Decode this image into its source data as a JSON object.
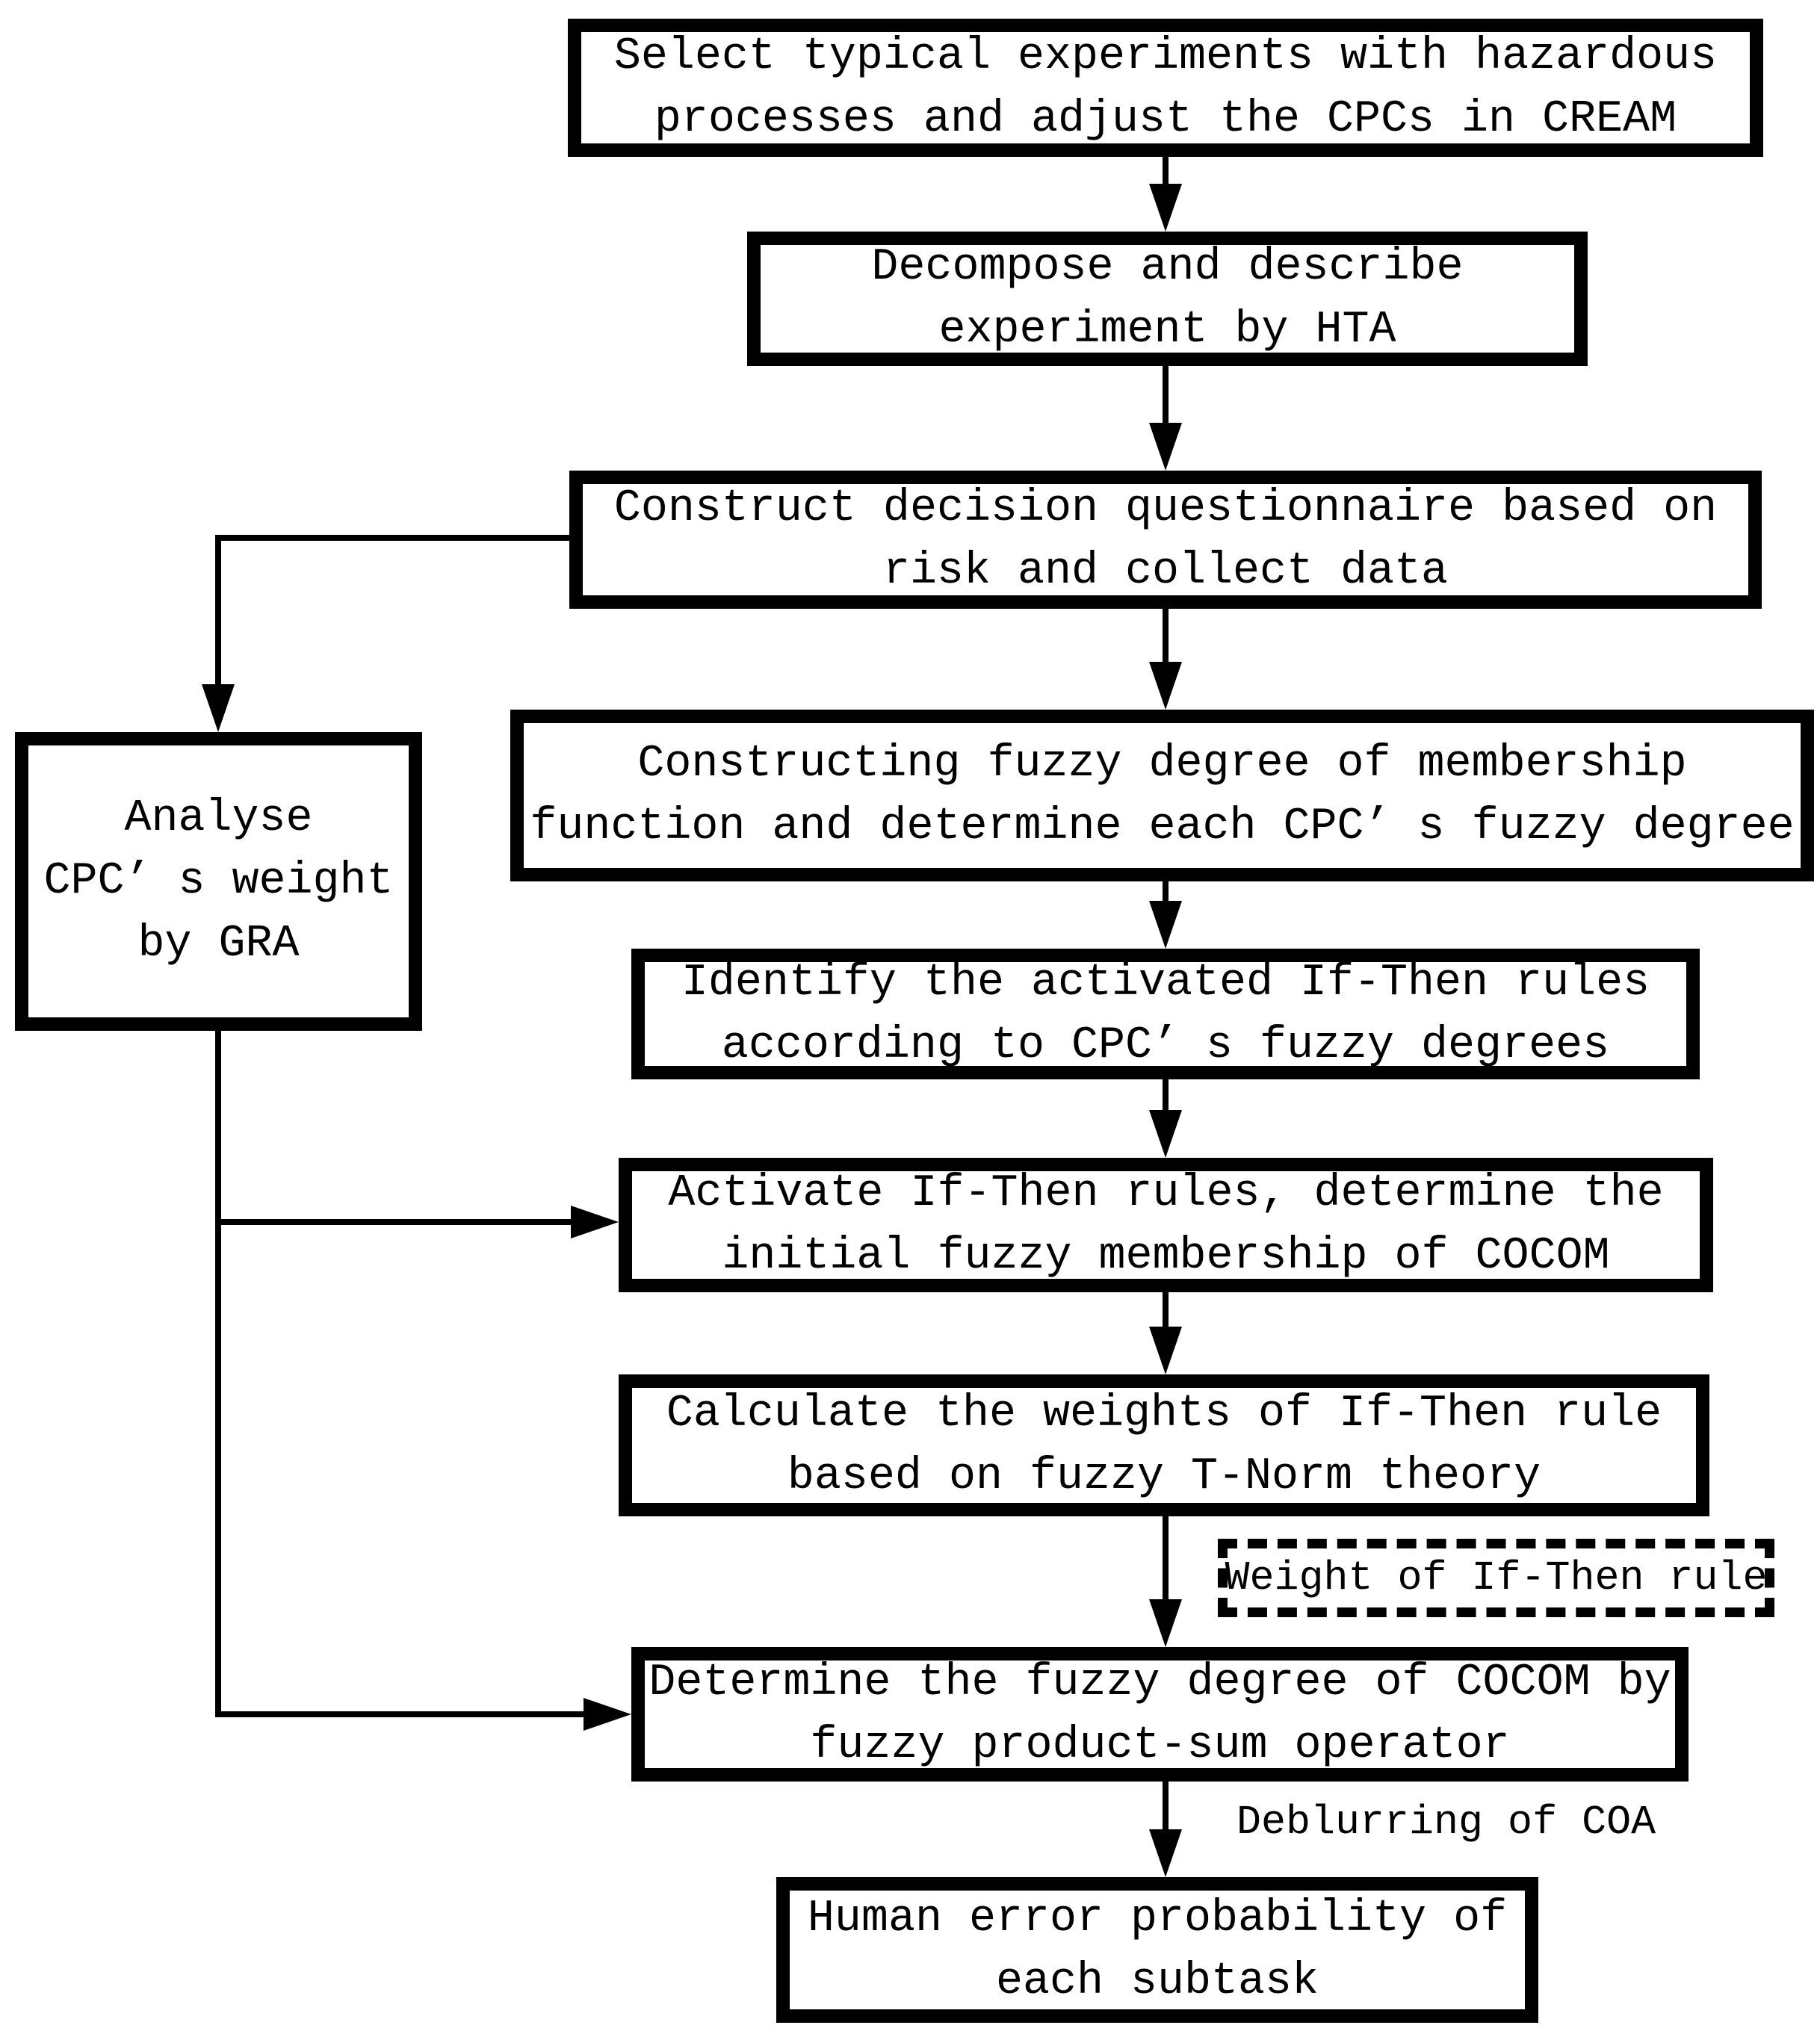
{
  "page": {
    "background": "#ffffff",
    "line_color": "#000000"
  },
  "flowchart": {
    "nodes": {
      "select": {
        "lines": [
          "Select typical experiments with hazardous",
          "processes and adjust the CPCs in CREAM"
        ]
      },
      "decompose": {
        "lines": [
          "Decompose and describe",
          "experiment by HTA"
        ]
      },
      "questionnaire": {
        "lines": [
          "Construct decision questionnaire based on",
          "risk and collect data"
        ]
      },
      "membership": {
        "lines": [
          "Constructing fuzzy degree of membership",
          "function and determine each CPC’ s fuzzy degree"
        ]
      },
      "identify": {
        "lines": [
          "Identify the activated If-Then rules",
          "according to CPC’ s fuzzy degrees"
        ]
      },
      "activate": {
        "lines": [
          "Activate If-Then rules, determine the",
          "initial fuzzy membership of COCOM"
        ]
      },
      "calculate": {
        "lines": [
          "Calculate the weights of If-Then rule",
          "based on fuzzy T-Norm theory"
        ]
      },
      "determine": {
        "lines": [
          "Determine the fuzzy degree of COCOM by",
          "fuzzy product-sum operator"
        ]
      },
      "hep": {
        "lines": [
          "Human error probability of",
          "each subtask"
        ]
      },
      "analyse": {
        "lines": [
          "Analyse",
          "CPC’ s weight",
          "by GRA"
        ]
      },
      "weight_rule": {
        "label": "Weight of If-Then rule"
      }
    },
    "edge_labels": {
      "deblurring": "Deblurring of COA"
    }
  }
}
